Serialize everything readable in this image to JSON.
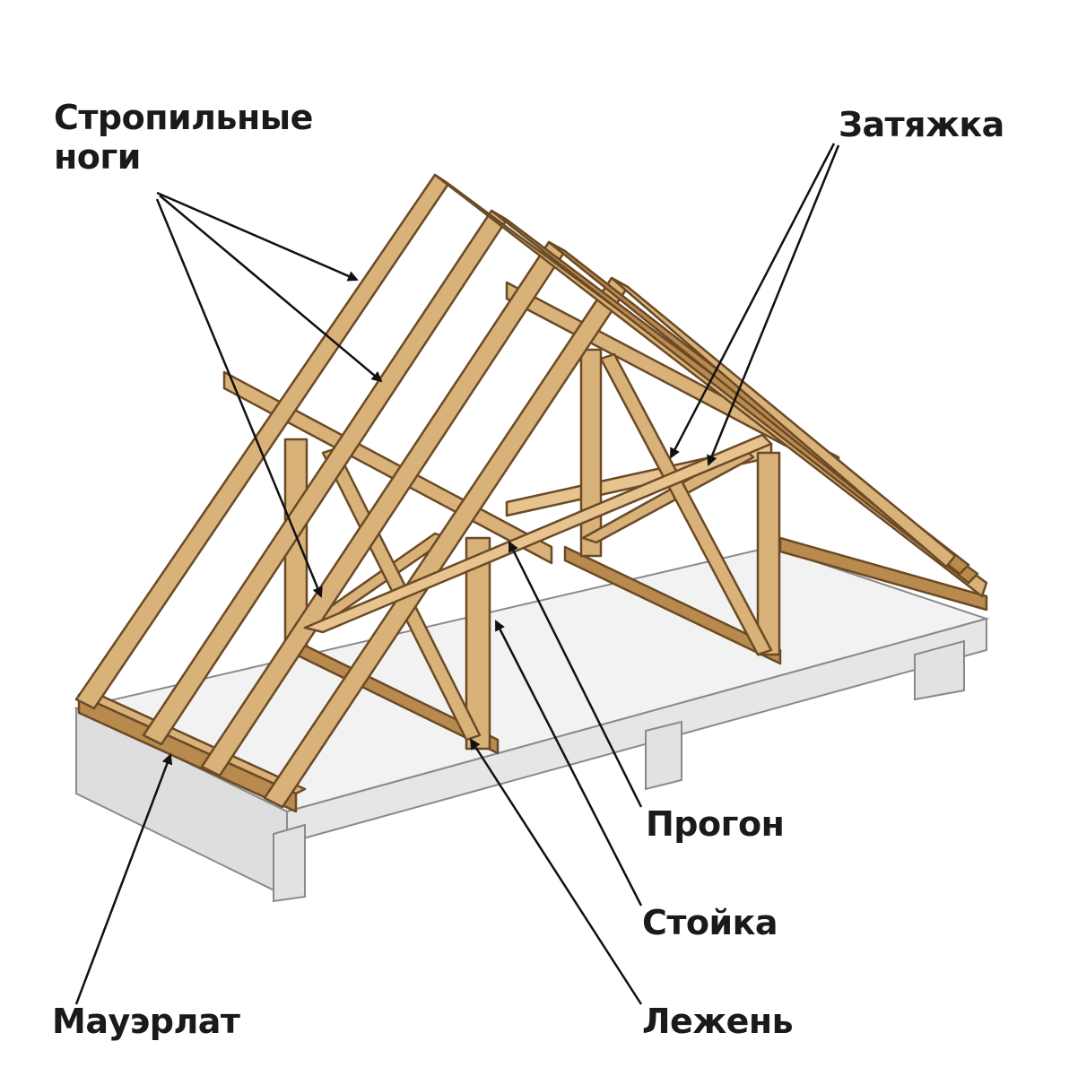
{
  "labels": {
    "rafters": "Стропильные\nноги",
    "tie": "Затяжка",
    "purlin": "Прогон",
    "post": "Стойка",
    "mauerlat": "Мауэрлат",
    "sill": "Лежень"
  },
  "colors": {
    "wood": "#d9b27a",
    "wood_dark": "#b98a4e",
    "wood_outline": "#6b4a25",
    "slab": "#f0f0f0",
    "slab_side": "#dcdcdc",
    "text": "#1a1a1a"
  }
}
